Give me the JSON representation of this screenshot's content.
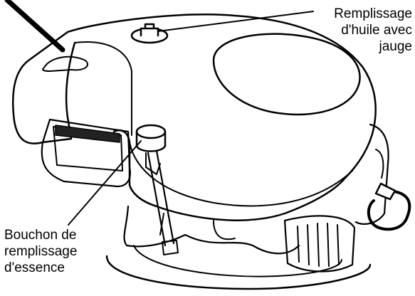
{
  "callouts": {
    "oil_fill": {
      "lines": [
        "Remplissage",
        "d'huile avec",
        "jauge"
      ]
    },
    "fuel_cap": {
      "lines": [
        "Bouchon de",
        "remplissage",
        "d'essence"
      ]
    }
  }
}
